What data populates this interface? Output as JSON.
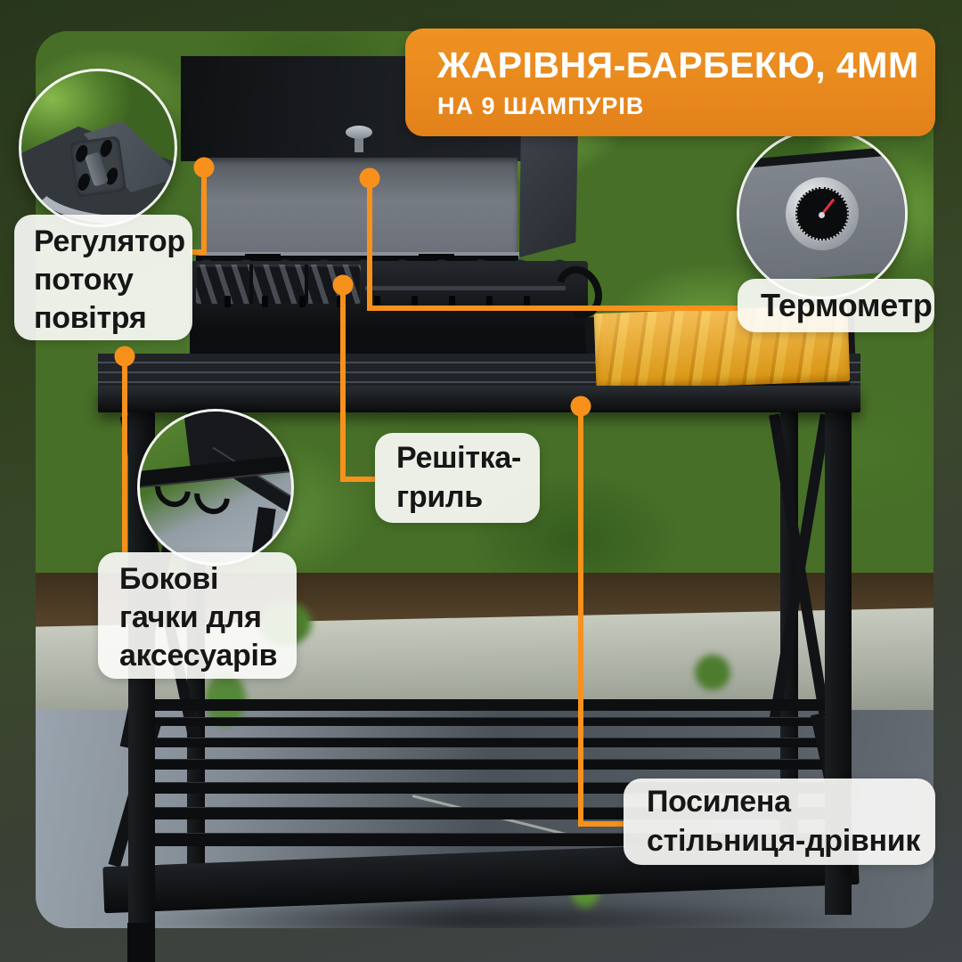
{
  "banner": {
    "title": "ЖАРІВНЯ-БАРБЕКЮ, 4ММ",
    "subtitle": "НА 9 ШАМПУРІВ"
  },
  "callouts": {
    "air_regulator": {
      "line1": "Регулятор",
      "line2": "потоку",
      "line3": "повітря"
    },
    "thermometer": {
      "line1": "Термометр"
    },
    "grill_grate": {
      "line1": "Решітка-",
      "line2": "гриль"
    },
    "side_hooks": {
      "line1": "Бокові",
      "line2": "гачки для",
      "line3": "аксесуарів"
    },
    "reinforced_shelf": {
      "line1": "Посилена",
      "line2": "стільниця-дрівник"
    }
  },
  "colors": {
    "accent_orange": "#F7911C",
    "banner_orange": "#E8871E",
    "label_background": "rgba(253,253,251,0.9)",
    "label_text": "#161616",
    "wood_yellow": "#F2A814"
  }
}
